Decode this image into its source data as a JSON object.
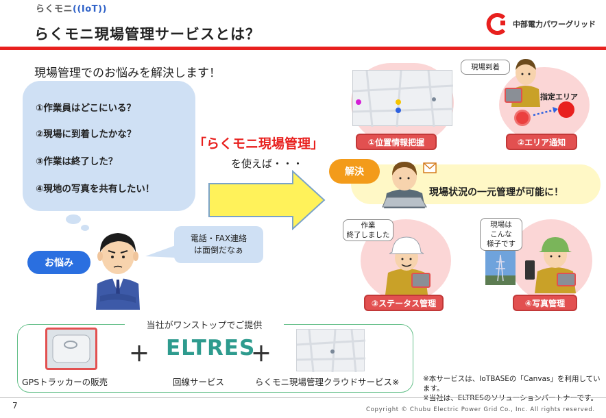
{
  "header": {
    "logo_text": "らくモニ",
    "logo_iot": "((IoT))",
    "title": "らくモニ現場管理サービスとは？",
    "corporation": "中部電力パワーグリッド"
  },
  "subtitle": "現場管理でのお悩みを解決します！",
  "worries": {
    "items": [
      "①作業員はどこにいる？",
      "②現場に到着したかな？",
      "③作業は終了した？",
      "④現地の写真を共有したい！"
    ],
    "badge": "お悩み",
    "speech_line1": "電話・FAX連絡",
    "speech_line2": "は面倒だなぁ"
  },
  "center": {
    "brand": "「らくモニ現場管理」",
    "usage": "を使えば・・・"
  },
  "solution": {
    "badge": "解決",
    "text": "現場状況の一元管理が可能に！"
  },
  "features": {
    "location_label": "①位置情報把握",
    "area_label": "②エリア通知",
    "status_label": "③ステータス管理",
    "photo_label": "④写真管理",
    "arrived_tag": "現場到着",
    "area_tag": "指定エリア",
    "done_tag_line1": "作業",
    "done_tag_line2": "終了しました",
    "photo_tag_line1": "現場は",
    "photo_tag_line2": "こんな",
    "photo_tag_line3": "様子です"
  },
  "offering": {
    "header": "当社がワンストップでご提供",
    "gps_label": "GPSトラッカーの販売",
    "plus": "＋",
    "eltres": "ELTRES",
    "line_label": "回線サービス",
    "cloud_label": "らくモニ現場管理クラウドサービス※"
  },
  "notes": {
    "line1": "※本サービスは、IoTBASEの「Canvas」を利用しています。",
    "line2": "※当社は、ELTRESのソリューションパートナーです。"
  },
  "footer": {
    "page": "7",
    "copyright": "Copyright © Chubu Electric Power Grid Co., Inc. All rights reserved."
  },
  "colors": {
    "brand_red": "#e8201e",
    "worry_blue": "#cfe0f4",
    "badge_blue": "#2a6fe0",
    "solution_orange": "#f39b1a",
    "eltres_teal": "#2e9b8e"
  }
}
